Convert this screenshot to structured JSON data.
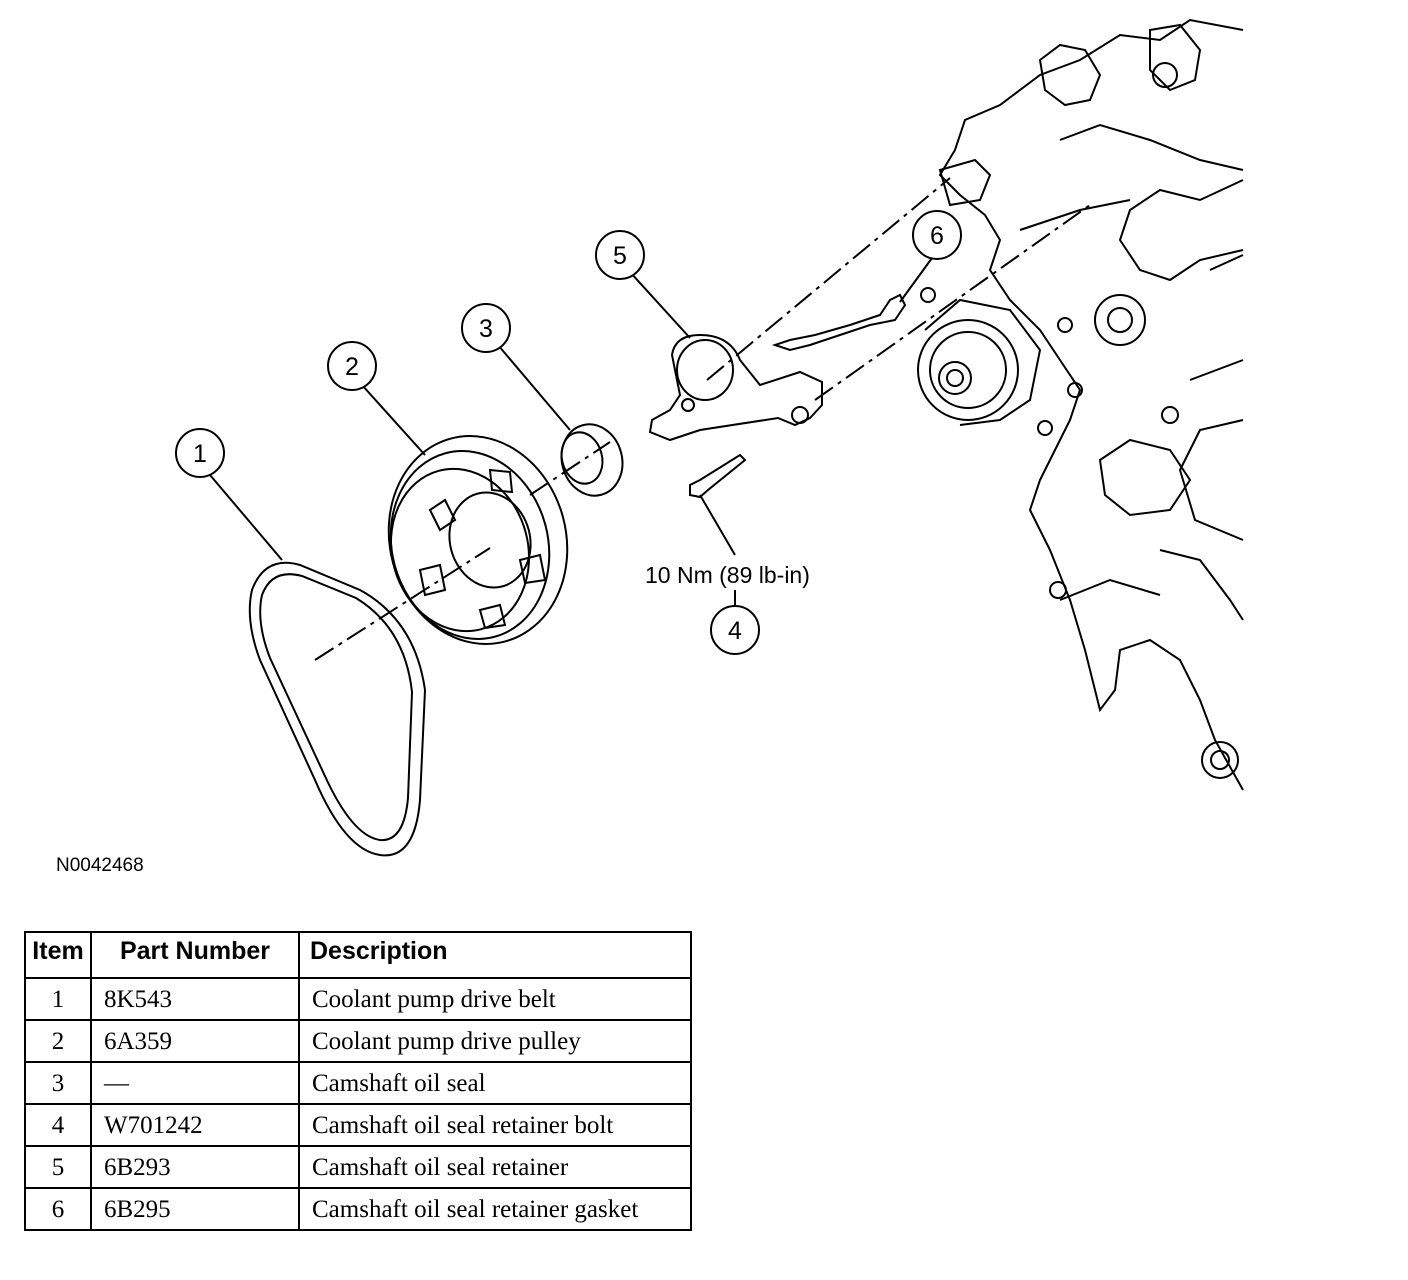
{
  "figure_id": "N0042468",
  "torque_spec": "10 Nm (89 lb-in)",
  "callouts": [
    "1",
    "2",
    "3",
    "4",
    "5",
    "6"
  ],
  "table": {
    "headers": [
      "Item",
      "Part Number",
      "Description"
    ],
    "rows": [
      {
        "item": "1",
        "part_number": "8K543",
        "description": "Coolant pump drive belt"
      },
      {
        "item": "2",
        "part_number": "6A359",
        "description": "Coolant pump drive pulley"
      },
      {
        "item": "3",
        "part_number": "—",
        "description": "Camshaft oil seal"
      },
      {
        "item": "4",
        "part_number": "W701242",
        "description": "Camshaft oil seal retainer bolt"
      },
      {
        "item": "5",
        "part_number": "6B293",
        "description": "Camshaft oil seal retainer"
      },
      {
        "item": "6",
        "part_number": "6B295",
        "description": "Camshaft oil seal retainer gasket"
      }
    ]
  }
}
